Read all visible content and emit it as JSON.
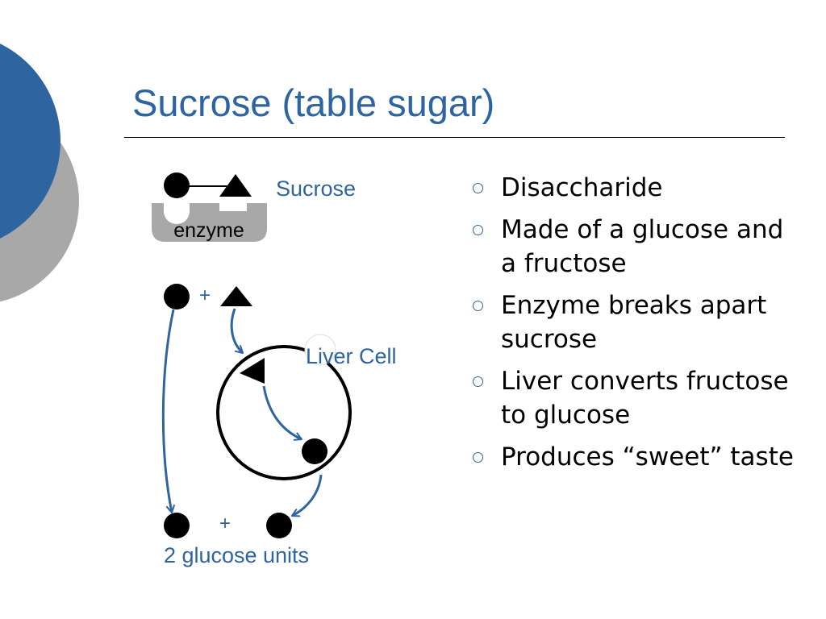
{
  "slide": {
    "title": "Sucrose (table sugar)",
    "accent_color": "#2e64a0",
    "secondary_color": "#a8a8a8"
  },
  "diagram": {
    "sucrose_label": "Sucrose",
    "enzyme_label": "enzyme",
    "plus_top": "+",
    "liver_cell_label": "Liver Cell",
    "plus_bottom": "+",
    "result_label": "2 glucose units"
  },
  "bullets": [
    "Disaccharide",
    "Made of a glucose and a fructose",
    "Enzyme breaks apart sucrose",
    "Liver converts fructose to glucose",
    "Produces “sweet” taste"
  ]
}
